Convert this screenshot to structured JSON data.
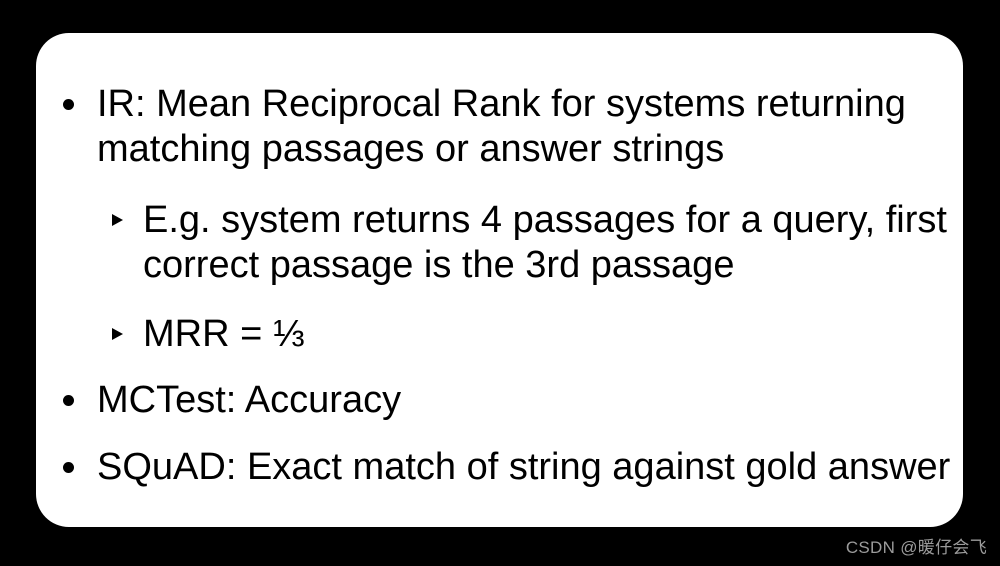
{
  "page": {
    "background_color": "#000000",
    "watermark": {
      "text": "CSDN @暖仔会飞",
      "color": "#9b9b9b"
    }
  },
  "slide": {
    "background_color": "#ffffff",
    "text_color": "#000000",
    "markers": {
      "level1_icon": "bullet-dot",
      "level2_icon": "triangle-right"
    },
    "bullets": [
      {
        "level": 1,
        "lines": [
          "IR: Mean Reciprocal Rank for systems returning",
          "matching passages or answer strings"
        ]
      },
      {
        "level": 2,
        "lines": [
          "E.g. system returns 4 passages for a query, first",
          "correct passage is the 3rd passage"
        ]
      },
      {
        "level": 2,
        "lines": [
          "MRR = ⅓"
        ]
      },
      {
        "level": 1,
        "lines": [
          "MCTest: Accuracy"
        ]
      },
      {
        "level": 1,
        "lines": [
          "SQuAD: Exact match of string against gold answer"
        ]
      }
    ]
  }
}
